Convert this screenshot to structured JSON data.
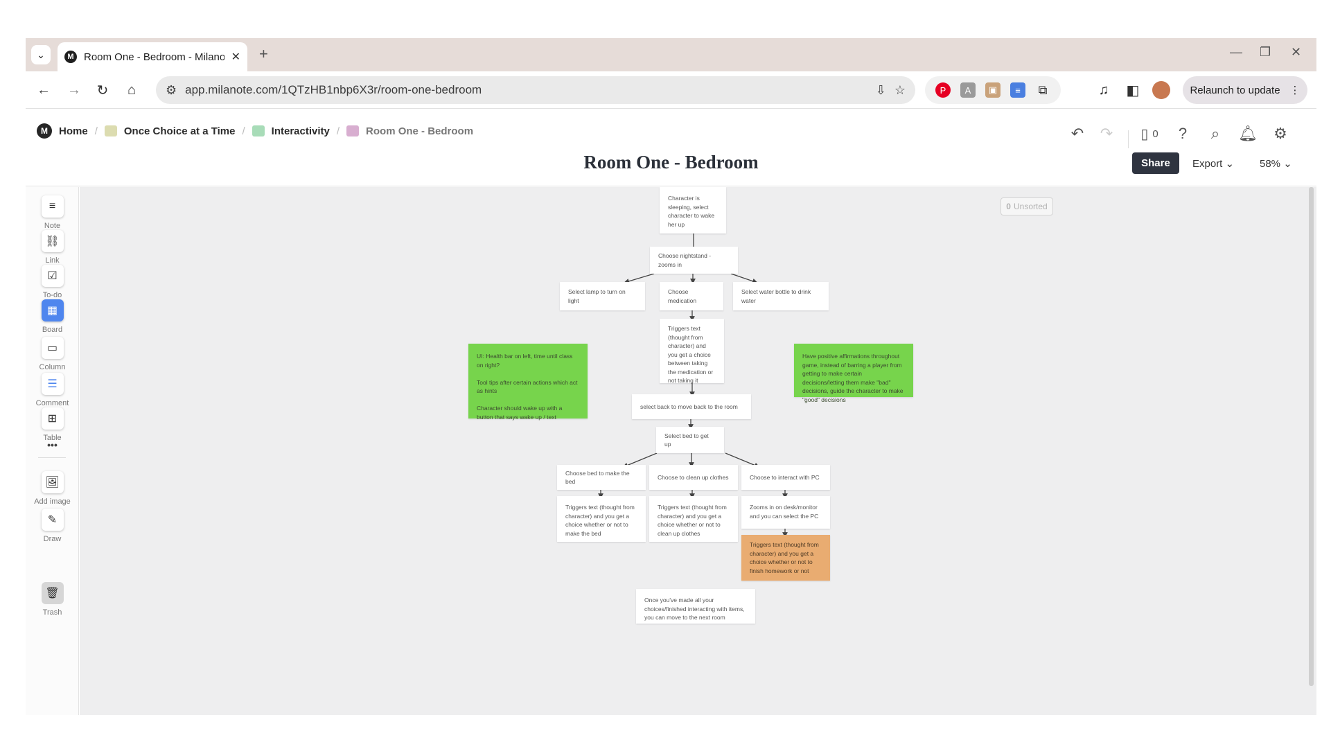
{
  "browser": {
    "tab_title": "Room One - Bedroom - Milanote",
    "url": "app.milanote.com/1QTzHB1nbp6X3r/room-one-bedroom",
    "relaunch_label": "Relaunch to update"
  },
  "breadcrumb": {
    "home": "Home",
    "items": [
      {
        "label": "Once Choice at a Time",
        "color": "#dcdcb0"
      },
      {
        "label": "Interactivity",
        "color": "#a8dcb8"
      },
      {
        "label": "Room One - Bedroom",
        "color": "#d8aed0"
      }
    ]
  },
  "header": {
    "title": "Room One - Bedroom",
    "notification_count": "0",
    "share_label": "Share",
    "export_label": "Export",
    "zoom": "58%"
  },
  "toolbar": {
    "items": [
      {
        "label": "Note",
        "icon": "note-icon"
      },
      {
        "label": "Link",
        "icon": "link-icon"
      },
      {
        "label": "To-do",
        "icon": "todo-icon"
      },
      {
        "label": "Board",
        "icon": "board-icon"
      },
      {
        "label": "Column",
        "icon": "column-icon"
      },
      {
        "label": "Comment",
        "icon": "comment-icon"
      },
      {
        "label": "Table",
        "icon": "table-icon"
      },
      {
        "label": "Add image",
        "icon": "add-image-icon"
      },
      {
        "label": "Draw",
        "icon": "draw-icon"
      },
      {
        "label": "Trash",
        "icon": "trash-icon"
      }
    ],
    "more": "•••"
  },
  "unsorted": {
    "count": "0",
    "label": "Unsorted"
  },
  "cards": {
    "wake": "Character is sleeping, select character to wake her up",
    "nightstand": "Choose nightstand - zooms in",
    "lamp": "Select lamp to turn on light",
    "medication": "Choose medication",
    "water": "Select water bottle to drink water",
    "triggers_med": "Triggers text (thought from character) and you get a choice between taking the medication or not taking it",
    "back": "select back to move back to the room",
    "bed": "Select bed to get up",
    "make_bed": "Choose bed to make the bed",
    "clothes": "Choose to clean up clothes",
    "pc": "Choose to interact with PC",
    "triggers_bed": "Triggers text (thought from character) and you get a choice whether or not to make the bed",
    "triggers_clothes": "Triggers text (thought from character) and you get a choice whether or not to clean up clothes",
    "zooms_pc": "Zooms in on desk/monitor and you can select the PC",
    "triggers_homework": "Triggers text (thought from character) and you get a choice whether or not to finish homework or not",
    "final": "Once you've made all your choices/finished interacting with items, you can move to the next room",
    "ui_note": "UI: Health bar on left, time until class on right?\n\nTool tips after certain actions which act as hints\n\nCharacter should wake up with a button that says wake up / text",
    "affirmations": "Have positive affirmations throughout game, instead of barring a player from getting to make certain decisions/letting them make \"bad\" decisions, guide the character to make \"good\" decisions"
  },
  "colors": {
    "green_card": "#77d44c",
    "orange_card": "#e9ac71",
    "share_button": "#2f3440",
    "canvas": "#eeeeef"
  }
}
